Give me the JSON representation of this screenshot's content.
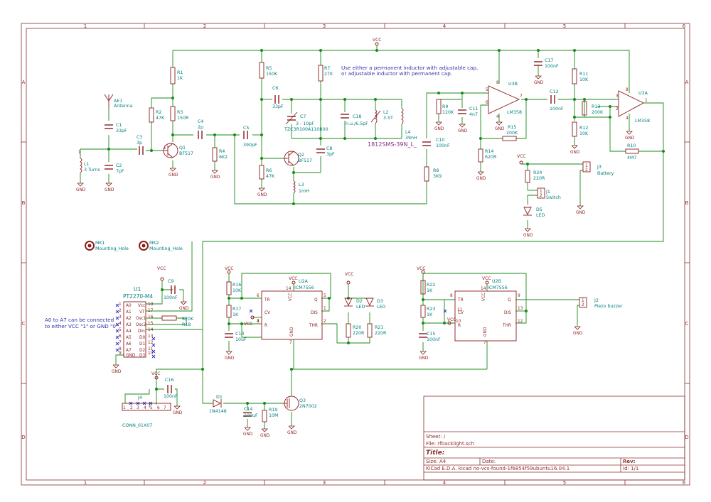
{
  "colors": {
    "frame": "#8b2e2e",
    "wire": "#1a8a1a",
    "part": "#8b1d1d",
    "label": "#007f7f",
    "note": "#3333aa",
    "nc": "#2b2bcc",
    "power": "#8b1d1d"
  },
  "border": {
    "columns": [
      "1",
      "2",
      "3",
      "4",
      "5",
      "6"
    ],
    "rows": [
      "A",
      "B",
      "C",
      "D"
    ]
  },
  "title_block": {
    "sheet": "Sheet: /",
    "file": "File: rfbacklight.sch",
    "title": "Title:",
    "size": "Size: A4",
    "date": "Date:",
    "rev": "Rev:",
    "tool": "KiCad E.D.A.  kicad no-vcs-found-1f6854f59ubuntu16.04.1",
    "id": "Id: 1/1"
  },
  "notes": {
    "inductor_line1": "Use either a permanent inductor with adjustable cap,",
    "inductor_line2": "or adjustable inductor with permanent cap.",
    "addr_line1": "A0 to A7 can be connected",
    "addr_line2": "to either VCC \"1\" or GND \"0\"",
    "l4_part": "1812SMS-39N_L_"
  },
  "power": {
    "vcc": "VCC",
    "gnd": "GND"
  },
  "components": {
    "AE1": {
      "ref": "AE1",
      "value": "Antenna"
    },
    "C1": {
      "ref": "C1",
      "value": "33pF"
    },
    "C2": {
      "ref": "C2",
      "value": "7pF"
    },
    "C3": {
      "ref": "C3",
      "value": "3p"
    },
    "L1": {
      "ref": "L1",
      "value": "3 Turns"
    },
    "R1": {
      "ref": "R1",
      "value": "1K"
    },
    "R2": {
      "ref": "R2",
      "value": "47K"
    },
    "R3": {
      "ref": "R3",
      "value": "150R"
    },
    "C4": {
      "ref": "C4",
      "value": "2p"
    },
    "Q1": {
      "ref": "Q1",
      "value": "BF517"
    },
    "R4": {
      "ref": "R4",
      "value": "6K2"
    },
    "C5": {
      "ref": "C5",
      "value": "390pF"
    },
    "R5": {
      "ref": "R5",
      "value": "150K"
    },
    "C6": {
      "ref": "C6",
      "value": "33pF"
    },
    "R7": {
      "ref": "R7",
      "value": "27K"
    },
    "C7": {
      "ref": "C7",
      "value": "3 - 10pF",
      "part": "TZC3R100A110R00"
    },
    "C18": {
      "ref": "C18",
      "value": "n.u./6.5pF"
    },
    "L2": {
      "ref": "L2",
      "value": "3.5T"
    },
    "L4": {
      "ref": "L4",
      "value": "39nH"
    },
    "Q2": {
      "ref": "Q2",
      "value": "BF517"
    },
    "C8": {
      "ref": "C8",
      "value": "3pF"
    },
    "R6": {
      "ref": "R6",
      "value": "47K"
    },
    "L3": {
      "ref": "L3",
      "value": "1mH"
    },
    "C10": {
      "ref": "C10",
      "value": "100nF"
    },
    "R8": {
      "ref": "R8",
      "value": "3K9"
    },
    "R9": {
      "ref": "R9",
      "value": "120K"
    },
    "C11": {
      "ref": "C11",
      "value": "4n7"
    },
    "U3B": {
      "ref": "U3B",
      "value": "LM358"
    },
    "R15": {
      "ref": "R15",
      "value": "200K"
    },
    "R14": {
      "ref": "R14",
      "value": "620R"
    },
    "C17": {
      "ref": "C17",
      "value": "100nF"
    },
    "C12": {
      "ref": "C12",
      "value": "100nF"
    },
    "R11": {
      "ref": "R11",
      "value": "10K"
    },
    "R12": {
      "ref": "R12",
      "value": "10K"
    },
    "R13": {
      "ref": "R13",
      "value": "200K"
    },
    "U3A": {
      "ref": "U3A",
      "value": "LM358"
    },
    "R10": {
      "ref": "R10",
      "value": "4M7"
    },
    "R24": {
      "ref": "R24",
      "value": "220R"
    },
    "J3": {
      "ref": "J3",
      "value": "Battery"
    },
    "J1": {
      "ref": "J1",
      "value": "Switch"
    },
    "D5": {
      "ref": "D5",
      "value": "LED"
    },
    "MK1": {
      "ref": "MK1",
      "value": "Mounting_Hole"
    },
    "MK2": {
      "ref": "MK2",
      "value": "Mounting_Hole"
    },
    "C9": {
      "ref": "C9",
      "value": "100nF"
    },
    "U1": {
      "ref": "U1",
      "value": "PT2270-M4"
    },
    "R18": {
      "ref": "R18",
      "value": "820K"
    },
    "C16": {
      "ref": "C16",
      "value": "100nF"
    },
    "J4": {
      "ref": "J4",
      "value": "CONN_01X07"
    },
    "D1": {
      "ref": "D1",
      "value": "1N4148"
    },
    "C14": {
      "ref": "C14",
      "value": "100uF"
    },
    "R19": {
      "ref": "R19",
      "value": "10M"
    },
    "Q3": {
      "ref": "Q3",
      "value": "2N7002"
    },
    "R16": {
      "ref": "R16",
      "value": "10K"
    },
    "R17": {
      "ref": "R17",
      "value": "1K"
    },
    "C13": {
      "ref": "C13",
      "value": "10uF"
    },
    "U2A": {
      "ref": "U2A",
      "value": "ICM7556"
    },
    "D2": {
      "ref": "D2",
      "value": "LED"
    },
    "D3": {
      "ref": "D3",
      "value": "LED"
    },
    "R20": {
      "ref": "R20",
      "value": "220R"
    },
    "R21": {
      "ref": "R21",
      "value": "220R"
    },
    "R22": {
      "ref": "R22",
      "value": "1K"
    },
    "R23": {
      "ref": "R23",
      "value": "1K"
    },
    "C15": {
      "ref": "C15",
      "value": "100nF"
    },
    "U2B": {
      "ref": "U2B",
      "value": "ICM7556"
    },
    "J2": {
      "ref": "J2",
      "value": "Piezo buzzer"
    }
  },
  "u1_pins": {
    "left": [
      "A0",
      "A1",
      "A2",
      "A3",
      "A4",
      "A5",
      "A6",
      "A7",
      "GND"
    ],
    "left_nums": [
      "1",
      "2",
      "3",
      "4",
      "5",
      "6",
      "7",
      "8",
      "9"
    ],
    "right": [
      "Vcc",
      "VT",
      "Osc1",
      "Osc2",
      "Din",
      "D0",
      "D1",
      "D2",
      "D3"
    ],
    "right_nums": [
      "18",
      "17",
      "16",
      "15",
      "14",
      "13",
      "12",
      "11",
      "10"
    ]
  },
  "u2a_pins": {
    "TR": "TR",
    "CV": "CV",
    "R": "R",
    "DIS": "DIS",
    "THR": "THR",
    "Q": "Q",
    "VCC": "VCC",
    "GND": "GND",
    "n_tr": "6",
    "n_q": "5",
    "n_cv": "3",
    "n_dis": "1",
    "n_r": "4",
    "n_thr": "2",
    "n_vcc": "14",
    "n_gnd": "7"
  },
  "u2b_pins": {
    "n_tr": "8",
    "n_q": "9",
    "n_cv": "11",
    "n_dis": "13",
    "n_r": "10",
    "n_thr": "12",
    "n_vcc": "14",
    "n_gnd": "7"
  },
  "opamp_pins": {
    "b_plus": "5",
    "b_minus": "6",
    "b_out": "7",
    "a_plus": "3",
    "a_minus": "2",
    "a_out": "1",
    "v": "8",
    "g": "4"
  },
  "j4_pins": [
    "1",
    "2",
    "3",
    "4",
    "5",
    "6",
    "7"
  ],
  "misc_pins": {
    "one": "1",
    "two": "2"
  }
}
